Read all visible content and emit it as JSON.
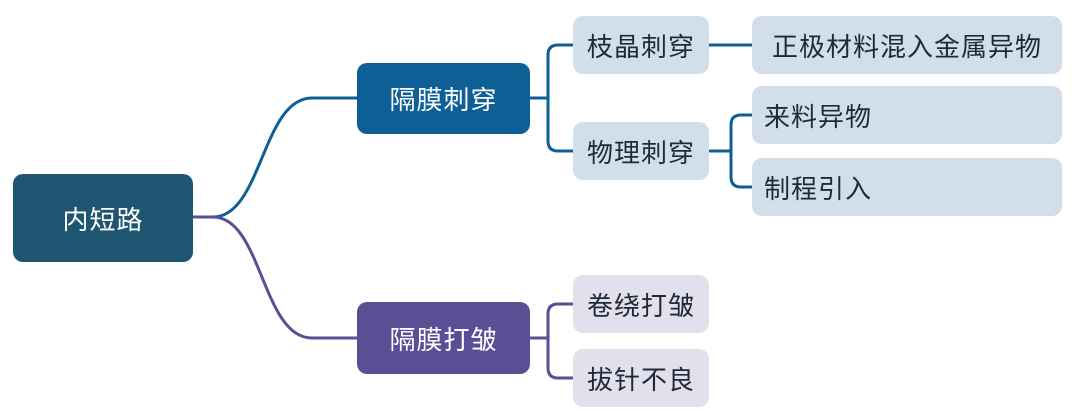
{
  "colors": {
    "root": "#1e5570",
    "branch_blue": "#0e5f96",
    "branch_purple": "#5b4e95",
    "leaf_blue": "#d2dfea",
    "leaf_purple": "#e1e0ec",
    "line_blue": "#0e5f96",
    "line_purple": "#5b4e95"
  },
  "root": {
    "label": "内短路"
  },
  "branches": [
    {
      "label": "隔膜刺穿",
      "children": [
        {
          "label": "枝晶刺穿",
          "children": [
            {
              "label": "正极材料混入金属异物"
            }
          ]
        },
        {
          "label": "物理刺穿",
          "children": [
            {
              "label": "来料异物"
            },
            {
              "label": "制程引入"
            }
          ]
        }
      ]
    },
    {
      "label": "隔膜打皱",
      "children": [
        {
          "label": "卷绕打皱"
        },
        {
          "label": "拔针不良"
        }
      ]
    }
  ]
}
